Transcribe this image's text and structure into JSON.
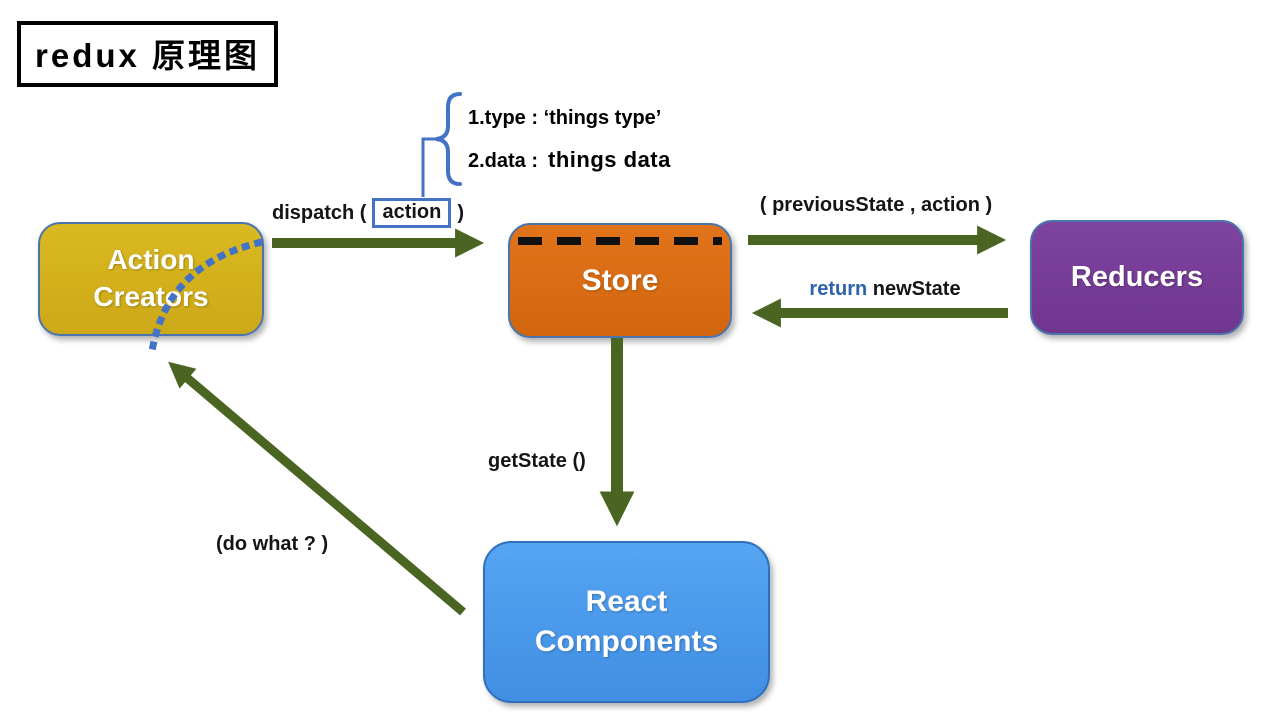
{
  "title": "redux 原理图",
  "annotation": {
    "line1": "1.type : ‘things type’",
    "line2_label": "2.data :",
    "line2_value": "things data"
  },
  "labels": {
    "dispatch_prefix": "dispatch (",
    "action_boxed": "action",
    "dispatch_suffix": ")",
    "previous_state": "( previousState , action )",
    "return_keyword": "return",
    "return_rest": " newState",
    "get_state": "getState ()",
    "do_what": "(do what ? )"
  },
  "nodes": {
    "action_creators": {
      "line1": "Action",
      "line2": "Creators",
      "fill": "#d5b31f"
    },
    "store": {
      "label": "Store",
      "fill": "#dd6e14"
    },
    "reducers": {
      "label": "Reducers",
      "fill": "#7a3f9e"
    },
    "react_components": {
      "line1": "React",
      "line2": "Components",
      "fill": "#4d9ef0"
    }
  },
  "colors": {
    "arrow_green": "#4a6522",
    "accent_blue": "#4472c4",
    "return_blue": "#2e62ad",
    "store_dash_black": "#111111",
    "title_border_black": "#000000"
  }
}
